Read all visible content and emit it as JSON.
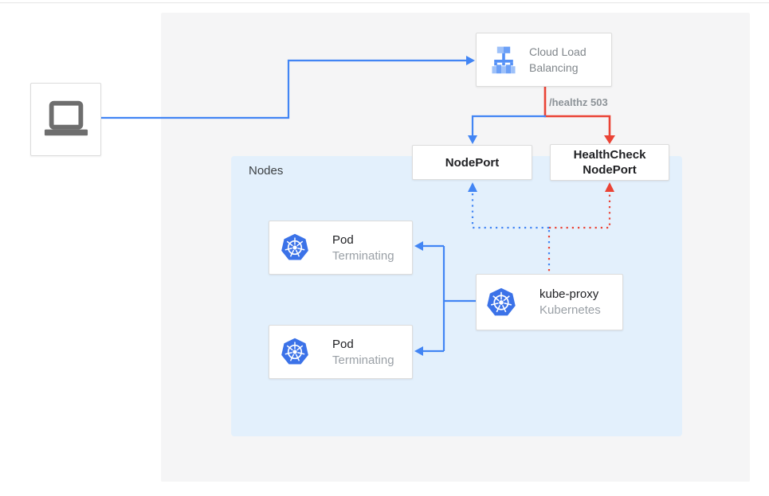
{
  "colors": {
    "blue": "#4285f4",
    "red": "#ea4335",
    "kubernetes_blue": "#3b72e8",
    "panel_bg": "#f5f5f6",
    "nodes_bg": "#e3f0fc",
    "laptop_gray": "#6e6e6e",
    "lb_light_blue": "#9ec1f9",
    "lb_mid_blue": "#6ca0f7",
    "lb_dark_blue": "#5490f6"
  },
  "nodes_group": {
    "label": "Nodes"
  },
  "client": {
    "icon": "laptop-icon"
  },
  "load_balancer": {
    "label": "Cloud Load Balancing",
    "icon": "load-balancer-icon"
  },
  "health_check_annotation": "/healthz 503",
  "node_port": {
    "label": "NodePort"
  },
  "health_check_node_port": {
    "label": "HealthCheck NodePort"
  },
  "pods": [
    {
      "label": "Pod",
      "status": "Terminating",
      "icon": "kubernetes-icon"
    },
    {
      "label": "Pod",
      "status": "Terminating",
      "icon": "kubernetes-icon"
    }
  ],
  "kube_proxy": {
    "label": "kube-proxy",
    "sublabel": "Kubernetes",
    "icon": "kubernetes-icon"
  }
}
